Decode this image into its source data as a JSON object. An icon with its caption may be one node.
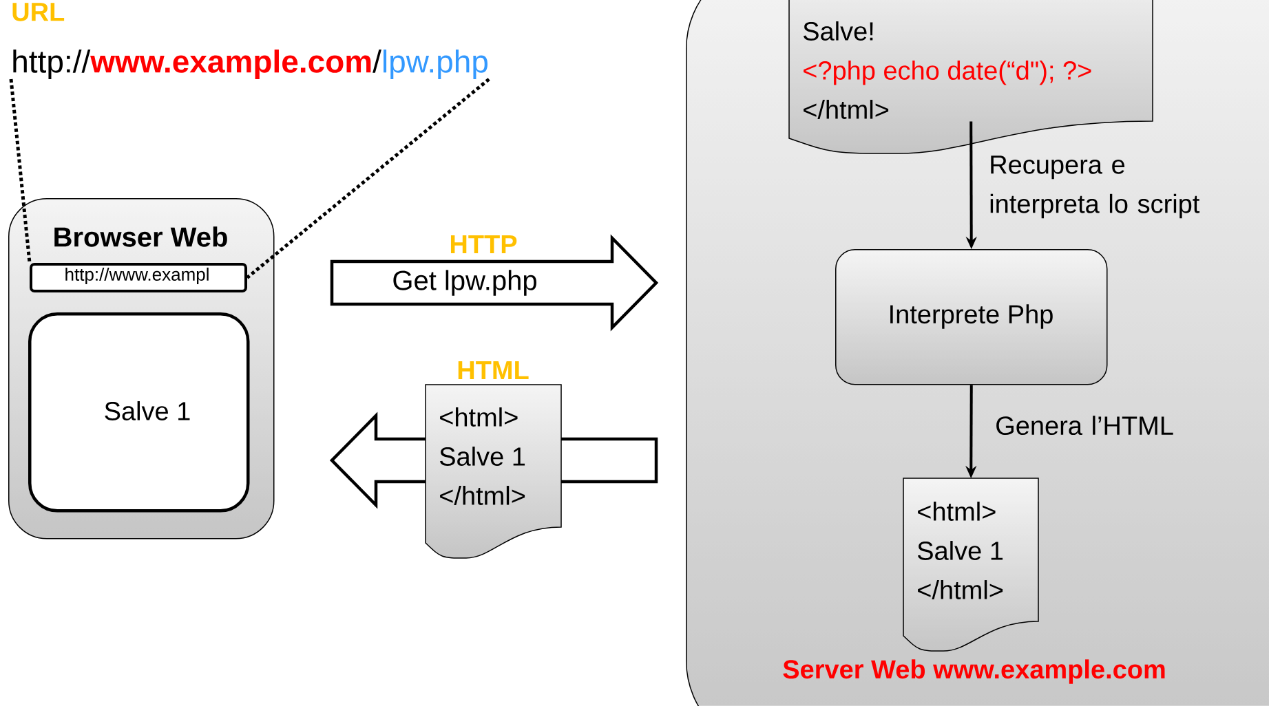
{
  "diagram": {
    "nodes": [
      {
        "text": [
          "URL",
          "http://",
          "www.example.com",
          "/",
          "lpw.php"
        ]
      },
      {
        "text": [
          "Browser Web"
        ]
      },
      {
        "text": [
          "http://www.exampl"
        ],
        "in": 1
      },
      {
        "text": [
          "Salve 1"
        ],
        "in": 1
      },
      {
        "text": [
          "<html>",
          "Salve 1",
          "</html>"
        ],
        "beside": [
          "HTML"
        ]
      },
      {
        "text": [
          "Server Web www.example.com"
        ]
      },
      {
        "text": [
          "Salve!",
          "<?php echo date(“d\"); ?>",
          "</html>"
        ],
        "in": 5
      },
      {
        "text": [
          "Interprete Php"
        ],
        "in": 5
      },
      {
        "text": [
          "<html>",
          "Salve 1",
          "</html>"
        ],
        "in": 5
      }
    ],
    "edges": [
      {
        "from": 0,
        "to": 2,
        "arrow": "none",
        "style": "dashed"
      },
      {
        "from": 0,
        "to": 2,
        "arrow": "none",
        "style": "dashed"
      },
      {
        "from": 1,
        "to": 5,
        "arrow": "to",
        "label": "Get lpw.php"
      },
      {
        "from": 5,
        "to": 1,
        "arrow": "to"
      },
      {
        "from": 6,
        "to": 7,
        "arrow": "to",
        "label": "Recupera e interpreta lo script"
      },
      {
        "from": 7,
        "to": 8,
        "arrow": "to",
        "label": "Genera l’HTML"
      }
    ],
    "labels": [
      "HTTP"
    ]
  }
}
